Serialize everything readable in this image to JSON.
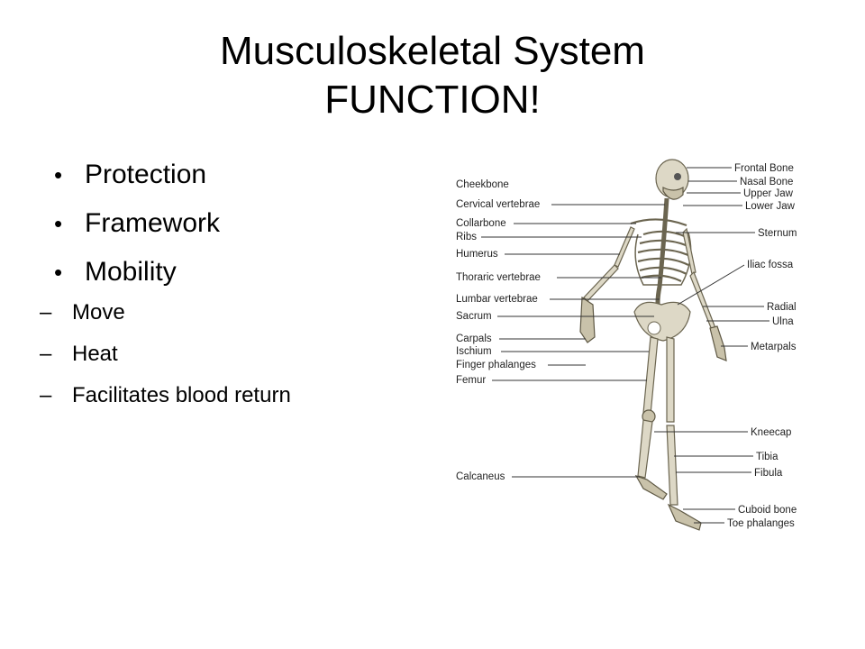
{
  "title": {
    "line1": "Musculoskeletal System",
    "line2": "FUNCTION!"
  },
  "bullets": [
    {
      "label": "Protection"
    },
    {
      "label": "Framework"
    },
    {
      "label": "Mobility",
      "sub": [
        "Move",
        "Heat",
        "Facilitates blood return"
      ]
    }
  ],
  "bullet_mark": "•",
  "sub_mark": "–",
  "figure": {
    "left_labels": [
      "Cheekbone",
      "Cervical vertebrae",
      "Collarbone",
      "Ribs",
      "Humerus",
      "Thoraric vertebrae",
      "Lumbar vertebrae",
      "Sacrum",
      "Carpals",
      "Ischium",
      "Finger phalanges",
      "Femur",
      "Calcaneus"
    ],
    "right_labels": [
      "Frontal Bone",
      "Nasal Bone",
      "Upper Jaw",
      "Lower Jaw",
      "Sternum",
      "Iliac fossa",
      "Radial",
      "Ulna",
      "Metarpals",
      "Kneecap",
      "Tibia",
      "Fibula",
      "Cuboid bone",
      "Toe phalanges"
    ]
  }
}
